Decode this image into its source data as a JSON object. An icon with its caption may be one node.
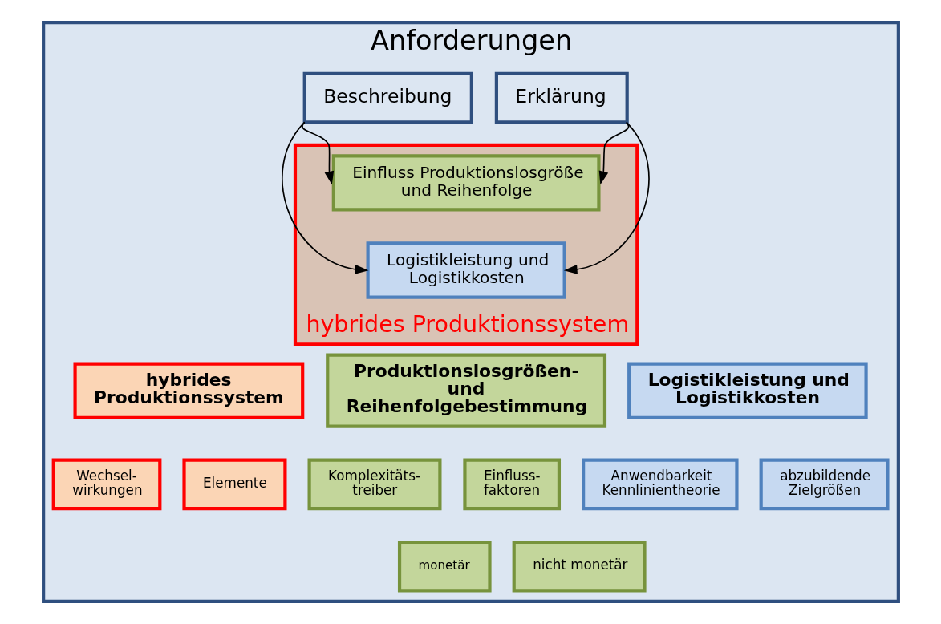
{
  "diagram": {
    "nodes": [
      {
        "text": [
          "Anforderungen"
        ]
      },
      {
        "text": [
          "Beschreibung"
        ],
        "in": 0
      },
      {
        "text": [
          "Erklärung"
        ],
        "in": 0
      },
      {
        "text": [
          "hybrides Produktionssystem"
        ],
        "in": 0
      },
      {
        "text": [
          "Einfluss Produktionslosgröße und Reihenfolge"
        ],
        "in": 3
      },
      {
        "text": [
          "Logistikleistung und Logistikkosten"
        ],
        "in": 3
      },
      {
        "text": [
          "hybrides Produktionssystem"
        ],
        "in": 0
      },
      {
        "text": [
          "Wechsel- wirkungen"
        ],
        "in": 0
      },
      {
        "text": [
          "Elemente"
        ],
        "in": 0
      },
      {
        "text": [
          "Produktionslosgrößen- und Reihenfolgebestimmung"
        ],
        "in": 0
      },
      {
        "text": [
          "Komplexitäts- treiber"
        ],
        "in": 0
      },
      {
        "text": [
          "Einfluss- faktoren"
        ],
        "in": 0
      },
      {
        "text": [
          "monetär"
        ],
        "in": 0
      },
      {
        "text": [
          "nicht monetär"
        ],
        "in": 0
      },
      {
        "text": [
          "Logistikleistung und Logistikkosten"
        ],
        "in": 0
      },
      {
        "text": [
          "Anwendbarkeit Kennlinientheorie"
        ],
        "in": 0
      },
      {
        "text": [
          "abzubildende Zielgrößen"
        ],
        "in": 0
      }
    ],
    "edges": [
      {
        "from": 1,
        "to": 4,
        "arrow": "to"
      },
      {
        "from": 1,
        "to": 5,
        "arrow": "to"
      },
      {
        "from": 2,
        "to": 4,
        "arrow": "to"
      },
      {
        "from": 2,
        "to": 5,
        "arrow": "to"
      }
    ]
  }
}
